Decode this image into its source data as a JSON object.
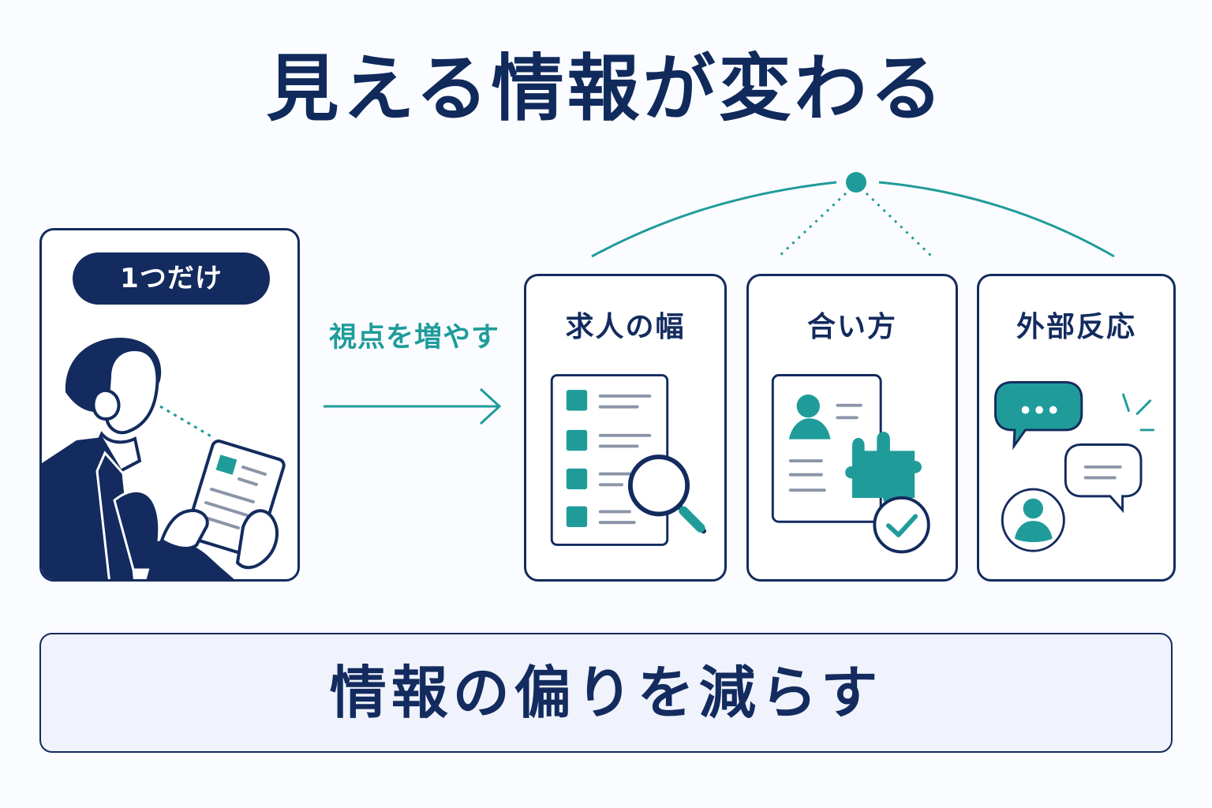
{
  "title": "見える情報が変わる",
  "left_panel": {
    "badge": "1つだけ"
  },
  "middle": {
    "label": "視点を増やす"
  },
  "cards": [
    {
      "title": "求人の幅",
      "icon": "job-list-magnifier-icon"
    },
    {
      "title": "合い方",
      "icon": "profile-puzzle-check-icon"
    },
    {
      "title": "外部反応",
      "icon": "chat-feedback-icon"
    }
  ],
  "bottom": {
    "text": "情報の偏りを減らす"
  },
  "colors": {
    "navy": "#132b5e",
    "teal": "#1f9c9a",
    "panel_bg": "#f0f3fb"
  }
}
